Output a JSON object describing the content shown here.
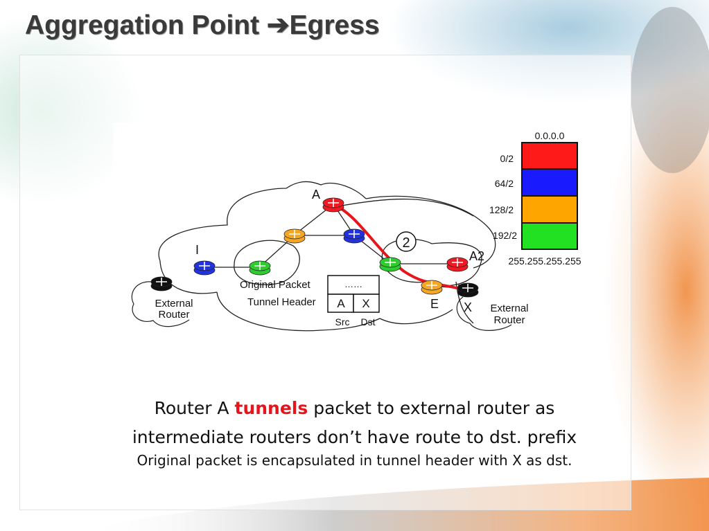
{
  "slide": {
    "title": "Aggregation Point ",
    "title_arrow": "➔",
    "title_end": "Egress"
  },
  "diagram": {
    "router_labels": {
      "a": "A",
      "i": "I",
      "a2": "A2",
      "e": "E",
      "x": "X"
    },
    "step_marker": "2",
    "external_router_left": [
      "External",
      "Router"
    ],
    "external_router_right": [
      "External",
      "Router"
    ],
    "packet": {
      "original_label": "Original Packet",
      "tunnel_label": "Tunnel Header",
      "payload": "……",
      "src_value": "A",
      "dst_value": "X",
      "src_label": "Src",
      "dst_label": "Dst"
    },
    "address_space": {
      "top_label": "0.0.0.0",
      "bottom_label": "255.255.255.255",
      "blocks": [
        {
          "prefix": "0/2",
          "color": "#ff1a1a"
        },
        {
          "prefix": "64/2",
          "color": "#1a1aff"
        },
        {
          "prefix": "128/2",
          "color": "#ffa500"
        },
        {
          "prefix": "192/2",
          "color": "#22e022"
        }
      ]
    },
    "colors": {
      "red": "#ee1b24",
      "blue": "#2233dd",
      "orange": "#f5a623",
      "green": "#2ecc2e",
      "black": "#111111",
      "tunnel_path": "#e8141c"
    }
  },
  "caption": {
    "line1_before": "Router A ",
    "line1_highlight": "tunnels",
    "line1_after": " packet to external router as",
    "line2": "intermediate routers don’t have route to dst. prefix",
    "line3": "Original packet is encapsulated in tunnel header with X as dst."
  }
}
